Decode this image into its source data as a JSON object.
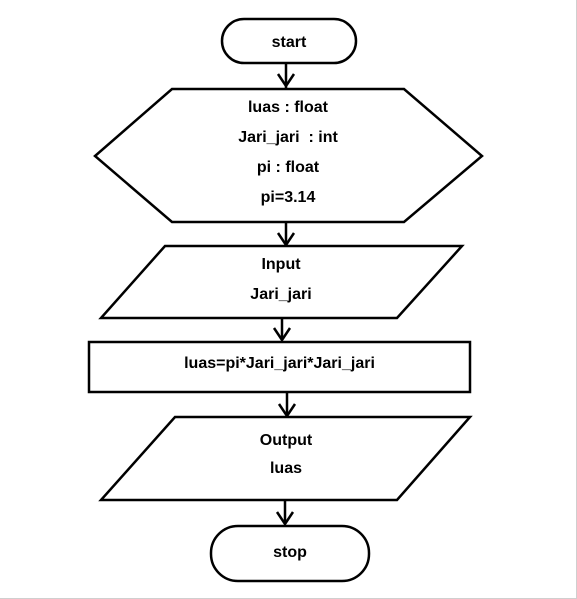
{
  "flowchart": {
    "start_label": "start",
    "declarations": [
      "luas : float",
      "Jari_jari  : int",
      "pi : float",
      "pi=3.14"
    ],
    "input": [
      "Input",
      "Jari_jari"
    ],
    "process_label": "luas=pi*Jari_jari*Jari_jari",
    "output": [
      "Output",
      "luas"
    ],
    "stop_label": "stop"
  },
  "colors": {
    "stroke": "#000000",
    "fill": "#ffffff",
    "text": "#000000"
  }
}
